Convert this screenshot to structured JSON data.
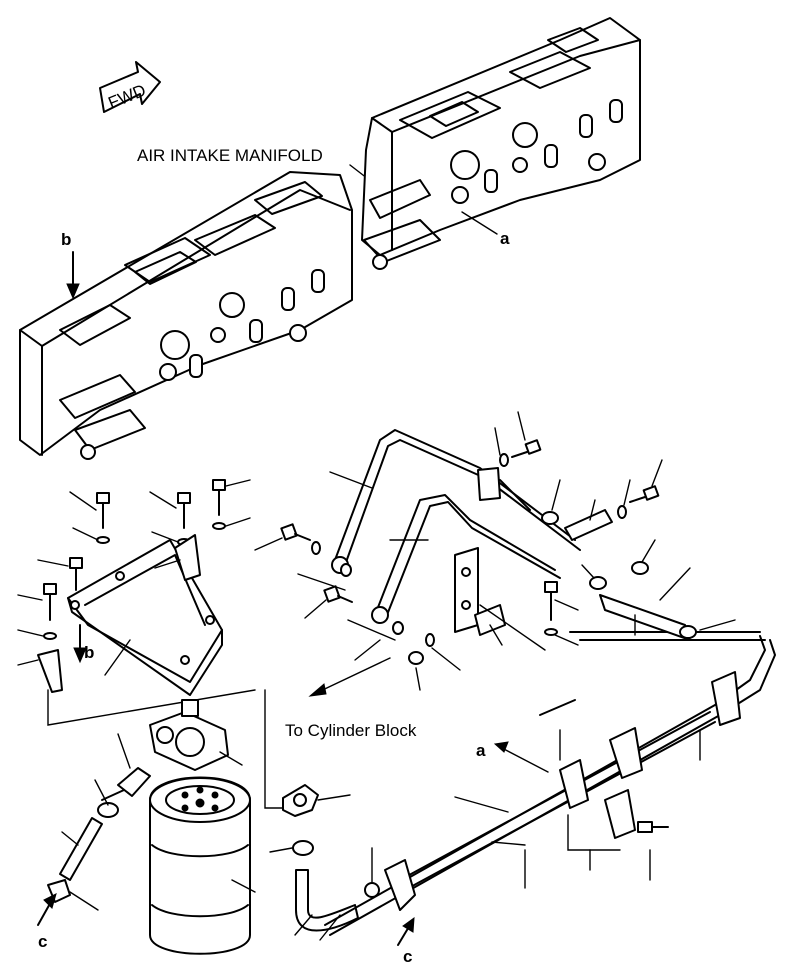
{
  "labels": {
    "fwd": "FWD",
    "air_intake_manifold": "AIR INTAKE MANIFOLD",
    "to_cylinder_block": "To Cylinder Block"
  },
  "refs": {
    "a_top": "a",
    "b_top": "b",
    "b_mid": "b",
    "a_mid": "a",
    "c_left": "c",
    "c_bottom": "c"
  }
}
